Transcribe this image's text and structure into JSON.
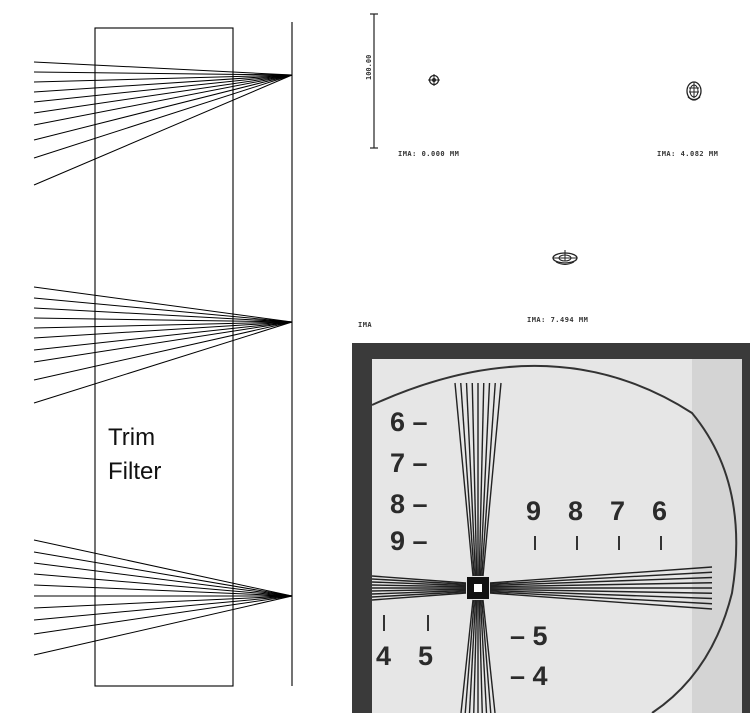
{
  "ray_diagram": {
    "filter_label_line1": "Trim",
    "filter_label_line2": "Filter"
  },
  "spot_diagram": {
    "scale": "100.00",
    "field_labels": [
      "IMA: 0.000 MM",
      "IMA: 4.082 MM",
      "IMA: 7.494 MM"
    ],
    "corner_label": "IMA"
  },
  "resolution_chart": {
    "left_numbers": [
      "6 –",
      "7 –",
      "8 –",
      "9 –"
    ],
    "right_numbers": [
      "9",
      "8",
      "7",
      "6"
    ],
    "bottom_left_numbers": [
      "4",
      "5"
    ],
    "bottom_right_numbers": [
      "– 5",
      "– 4"
    ]
  }
}
